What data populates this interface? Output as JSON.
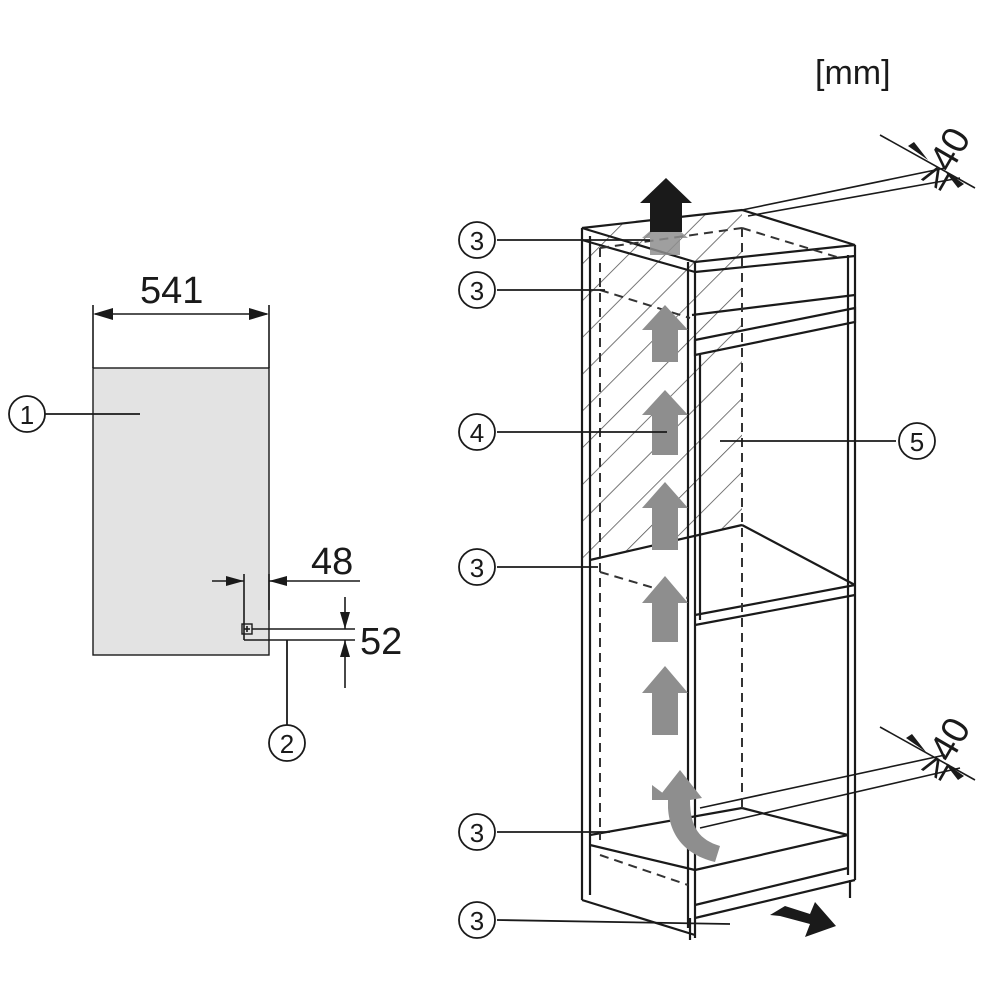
{
  "unit_label": "[mm]",
  "dimensions": {
    "width": "541",
    "offset_horizontal": "48",
    "offset_vertical": "52",
    "clearance_top": "≥40",
    "clearance_bottom": "≥40"
  },
  "callouts": [
    {
      "id": "c1",
      "number": "1"
    },
    {
      "id": "c2",
      "number": "2"
    },
    {
      "id": "c3a",
      "number": "3"
    },
    {
      "id": "c3b",
      "number": "3"
    },
    {
      "id": "c4",
      "number": "4"
    },
    {
      "id": "c5",
      "number": "5"
    },
    {
      "id": "c3c",
      "number": "3"
    },
    {
      "id": "c3d",
      "number": "3"
    },
    {
      "id": "c3e",
      "number": "3"
    }
  ],
  "colors": {
    "line": "#1a1a1a",
    "panel_fill": "#e3e3e3",
    "arrow_fill": "#8e8e8e",
    "arrow_dark": "#1a1a1a"
  }
}
